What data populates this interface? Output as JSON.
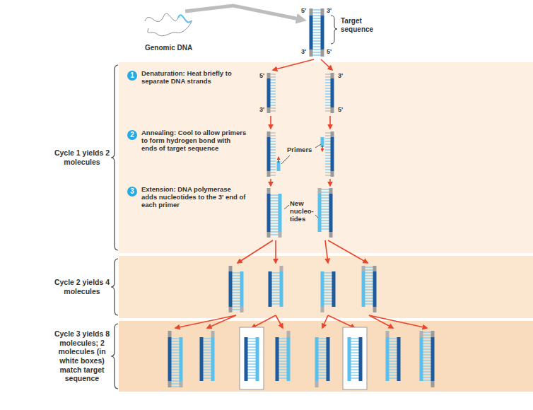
{
  "diagram": {
    "nodes": [
      {
        "text": [
          "Cycle 1 yields 2 molecules"
        ]
      },
      {
        "text": [
          "Cycle 2 yields 4 molecules"
        ]
      },
      {
        "text": [
          "Cycle 3 yields 8 molecules; 2 molecules (in white boxes) match target sequence"
        ]
      },
      {
        "text": [
          "1"
        ],
        "in": 0
      },
      {
        "text": [
          "2"
        ],
        "in": 0
      },
      {
        "text": [
          "3"
        ],
        "in": 0
      }
    ],
    "labels": [
      "Genomic DNA",
      "5'",
      "3'",
      "3'",
      "5'",
      "Target sequence",
      "Denaturation: Heat briefly to separate DNA strands",
      "5'",
      "3'",
      "3'",
      "5'",
      "Annealing: Cool to allow primers to form hydrogen bond with ends of target sequence",
      "Primers",
      "Extension: DNA polymerase adds nucleotides to the 3' end of each primer",
      "New nucleo- tides"
    ]
  }
}
